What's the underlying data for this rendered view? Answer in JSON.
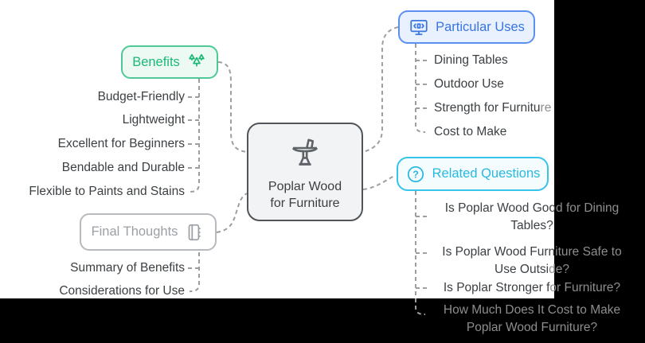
{
  "colors": {
    "benefits_accent": "#1db877",
    "benefits_border": "#4ec996",
    "benefits_bg": "#ecfaf3",
    "uses_accent": "#3a75e0",
    "uses_border": "#5b8ff2",
    "uses_bg": "#e8f1fd",
    "questions_accent": "#27b9e2",
    "questions_border": "#38c3eb",
    "thoughts_accent": "#9aa0a6",
    "center_border": "#50555a",
    "center_bg": "#f1f3f4",
    "item_text": "#3c4043",
    "text_on_black_region": "#8e8e8e",
    "connector": "#9e9e9e",
    "obscured_overlay": "#000000"
  },
  "center_node": {
    "line1": "Poplar Wood",
    "line2": "for Furniture",
    "icon": "table-icon"
  },
  "branches": {
    "benefits": {
      "label": "Benefits",
      "icon": "pine-trees-icon",
      "items": [
        "Budget-Friendly",
        "Lightweight",
        "Excellent for Beginners",
        "Bendable and Durable",
        "Flexible to Paints and Stains"
      ]
    },
    "final_thoughts": {
      "label": "Final Thoughts",
      "icon": "notebook-icon",
      "items": [
        "Summary of Benefits",
        "Considerations for Use"
      ]
    },
    "particular_uses": {
      "label": "Particular Uses",
      "icon": "monitor-code-icon",
      "items": [
        {
          "main": "Dining Tables",
          "clipped": ""
        },
        {
          "main": "Outdoor Use",
          "clipped": ""
        },
        {
          "main": "Strength for Furnitu",
          "clipped": "re"
        },
        {
          "main": "Cost to Make",
          "clipped": ""
        }
      ]
    },
    "related_questions": {
      "label": "Related Questions",
      "icon": "question-circle-icon",
      "icon_glyph": "?",
      "items": [
        {
          "l1_white": "Is Poplar Wood Goo",
          "l1_black": "d for Dining",
          "l2_white": "Tables?",
          "l2_black": ""
        },
        {
          "l1_white": "Is Poplar Wood Furn",
          "l1_black": "iture Safe to",
          "l2_white": "Use Outsi",
          "l2_black": "de?"
        },
        {
          "l1_white": "Is Poplar Stronger f",
          "l1_black": "or Furniture?",
          "l2_white": "",
          "l2_black": ""
        },
        {
          "l1_white": "",
          "l1_black": "How Much Does It Cost to Make",
          "l2_white": "",
          "l2_black": "Poplar Wood Furniture?"
        }
      ]
    }
  }
}
